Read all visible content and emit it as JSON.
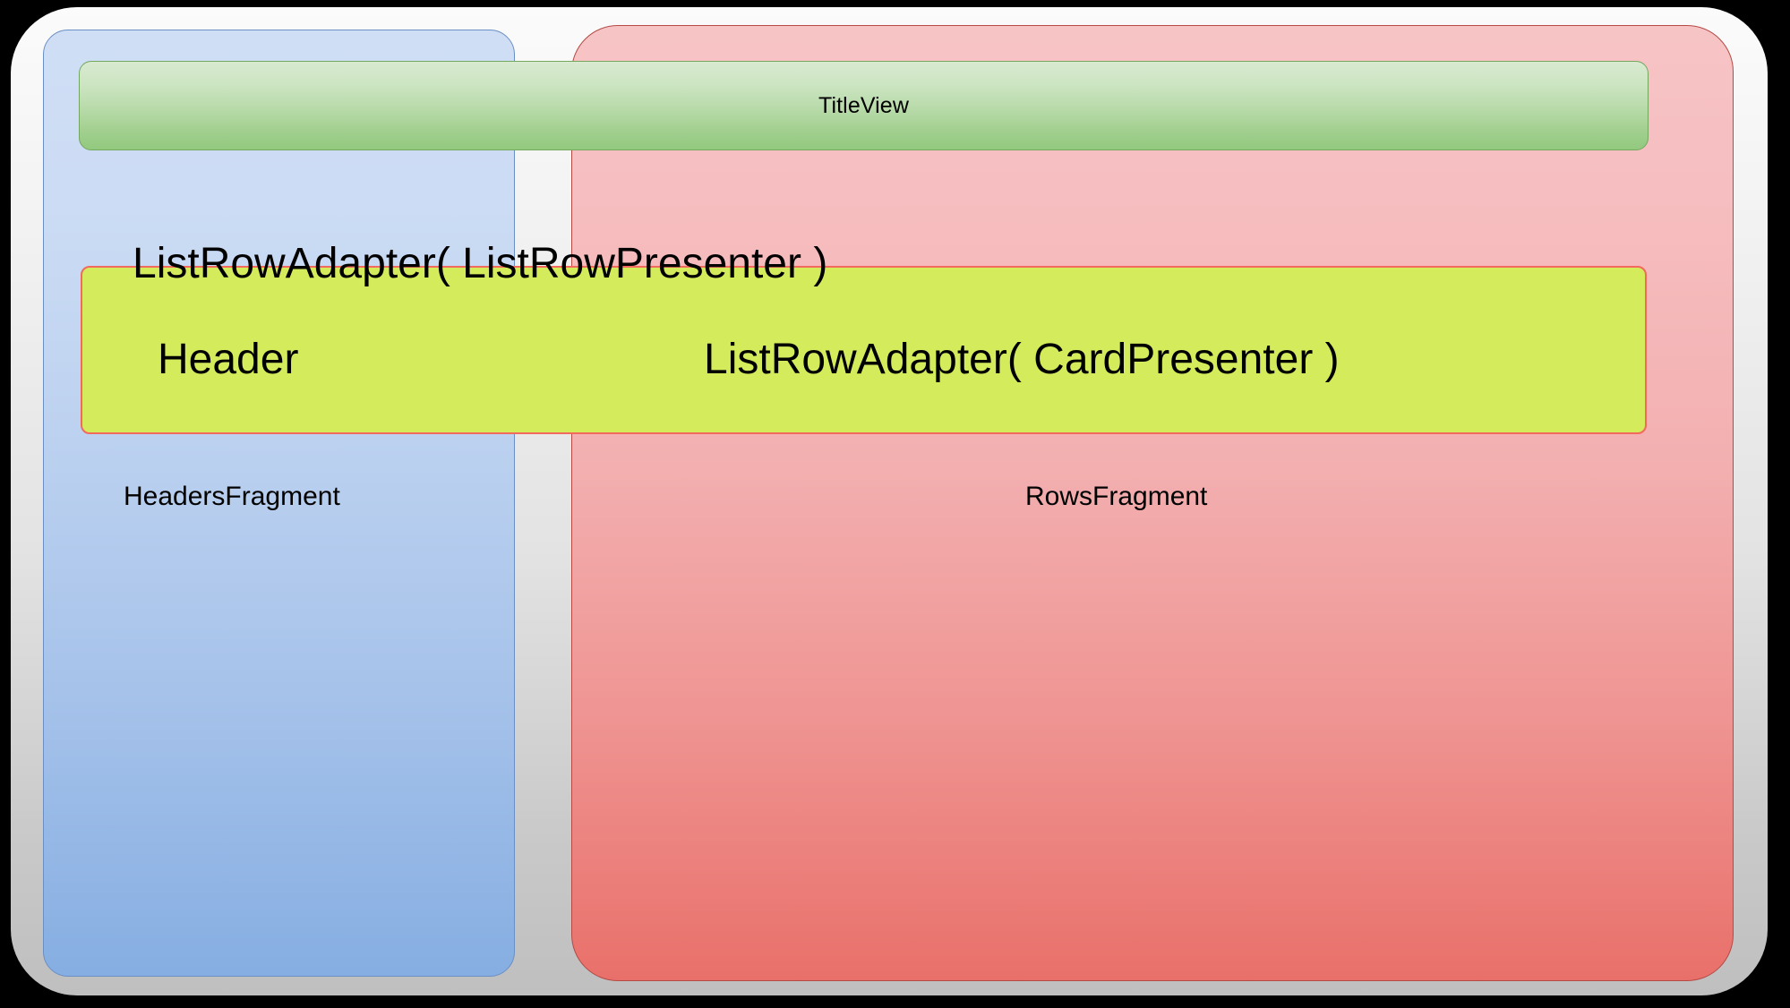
{
  "diagram": {
    "title": "Android Leanback BrowseFragment layout structure",
    "background_color": "#000000"
  },
  "shell": {
    "name": "outer-container",
    "fill_top": "#fbfbfb",
    "fill_bottom": "#bfbfbf"
  },
  "panels": [
    {
      "id": "headers-fragment",
      "label": "HeadersFragment",
      "fill_top": "#cfdef5",
      "fill_bottom": "#86aee2",
      "border_color": "#6a8fc4"
    },
    {
      "id": "rows-fragment",
      "label": "RowsFragment",
      "fill_top": "#f7c4c6",
      "fill_bottom": "#e9706a",
      "border_color": "#b44a44"
    }
  ],
  "title_view": {
    "label": "TitleView",
    "fill_top": "#d8ead0",
    "fill_bottom": "#93c97f",
    "border_color": "#74a85e"
  },
  "adapter_box": {
    "fill": "#d4ec5c",
    "border_color": "#f2695e",
    "row_presenter_label": "ListRowAdapter( ListRowPresenter )",
    "header_label": "Header",
    "card_presenter_label": "ListRowAdapter( CardPresenter )"
  }
}
